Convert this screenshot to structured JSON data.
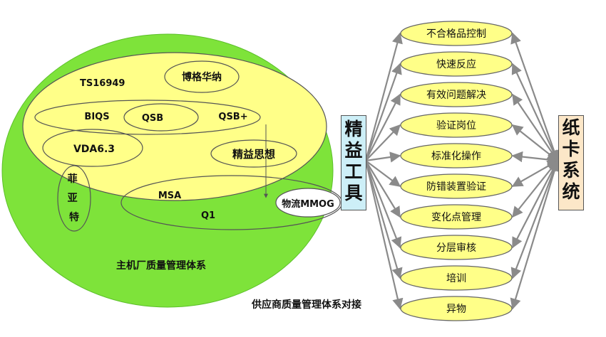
{
  "quality_system": {
    "title": "主机厂质量管理体系",
    "supplier_link": "供应商质量管理体系对接",
    "labels": {
      "ts16949": "TS16949",
      "bogehuana": "博格华纳",
      "biqs": "BIQS",
      "qsb": "QSB",
      "qsb_plus": "QSB+",
      "vda": "VDA6.3",
      "lean_thinking": "精益思想",
      "msa": "MSA",
      "q1": "Q1",
      "logistics": "物流MMOG",
      "fiat": "菲亚特"
    }
  },
  "lean_tools": {
    "label": "精益工具",
    "items": [
      "不合格品控制",
      "快速反应",
      "有效问题解决",
      "验证岗位",
      "标准化操作",
      "防错装置验证",
      "变化点管理",
      "分层审核",
      "培训",
      "异物"
    ]
  },
  "card_system": {
    "label": "纸卡系统"
  },
  "colors": {
    "green": "#7EE33A",
    "yellow": "#FFFF88",
    "tools_box": "#CDEFF7",
    "card_box": "#FCE7C8",
    "arrow": "#8A8A8A"
  }
}
